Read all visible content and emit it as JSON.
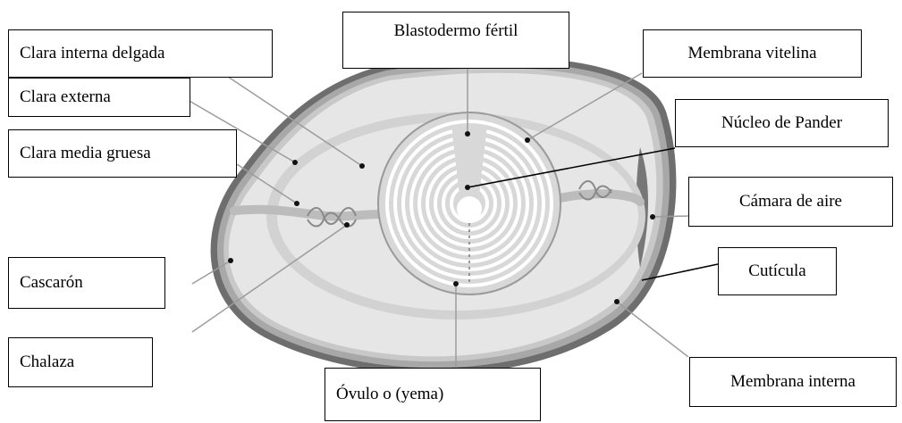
{
  "labels": {
    "clara_interna_delgada": "Clara interna delgada",
    "clara_externa": "Clara externa",
    "clara_media_gruesa": "Clara media gruesa",
    "blastodermo_fertil": "Blastodermo fértil",
    "membrana_vitelina": "Membrana vitelina",
    "nucleo_de_pander": "Núcleo de Pander",
    "camara_de_aire": "Cámara de aire",
    "cuticula": "Cutícula",
    "cascaron": "Cascarón",
    "chalaza": "Chalaza",
    "ovulo_yema": "Óvulo o  (yema)",
    "membrana_interna": "Membrana interna"
  },
  "colors": {
    "shell_outer": "#6e6e6e",
    "shell_band": "#9a9a9a",
    "membrane": "#c4c4c4",
    "albumen_outer": "#e6e6e6",
    "albumen_mid": "#d6d6d6",
    "albumen_inner": "#e8e8e8",
    "yolk_light": "#ececec",
    "yolk_ring": "#bdbdbd",
    "air_cell": "#777777",
    "leader_line": "#999999",
    "leader_dark": "#000000"
  }
}
